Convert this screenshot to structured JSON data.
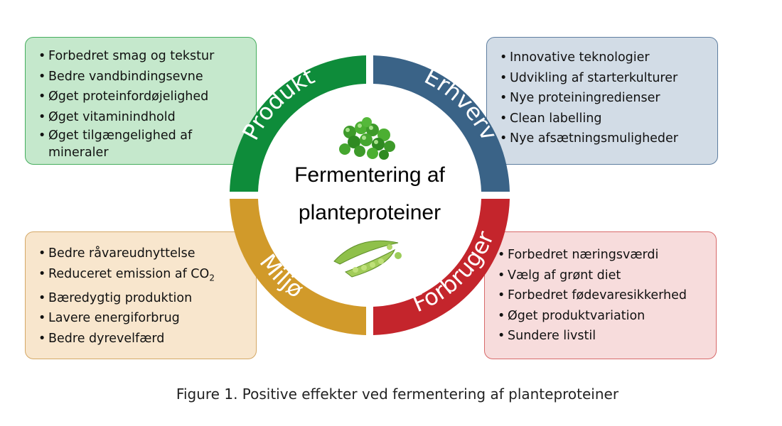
{
  "diagram": {
    "center_title_line1": "Fermentering af",
    "center_title_line2": "planteproteiner",
    "segments": {
      "top_left": {
        "label": "Produkt",
        "color": "#0e8c3a"
      },
      "top_right": {
        "label": "Erhverv",
        "color": "#3a6387"
      },
      "bottom_right": {
        "label": "Forbruger",
        "color": "#c4252c"
      },
      "bottom_left": {
        "label": "Miljø",
        "color": "#d19a2a"
      }
    },
    "boxes": {
      "produkt": [
        "Forbedret smag og tekstur",
        "Bedre vandbindingsevne",
        "Øget proteinfordøjelighed",
        "Øget vitaminindhold",
        "Øget tilgængelighed af mineraler"
      ],
      "erhverv": [
        "Innovative teknologier",
        "Udvikling af starterkulturer",
        "Nye proteiningredienser",
        "Clean labelling",
        "Nye afsætningsmuligheder"
      ],
      "miljo": [
        "Bedre råvareudnyttelse",
        "Reduceret emission af CO",
        "Bæredygtig produktion",
        "Lavere energiforbrug",
        "Bedre dyrevelfærd"
      ],
      "miljo_subscript": "2",
      "forbruger": [
        "Forbedret næringsværdi",
        "Vælg af grønt diet",
        "Forbedret fødevaresikkerhed",
        "Øget produktvariation",
        "Sundere livstil"
      ]
    },
    "images": {
      "top": "green-peas-icon",
      "bottom": "pea-pods-icon"
    }
  },
  "caption": "Figure 1. Positive effekter ved fermentering af planteproteiner"
}
